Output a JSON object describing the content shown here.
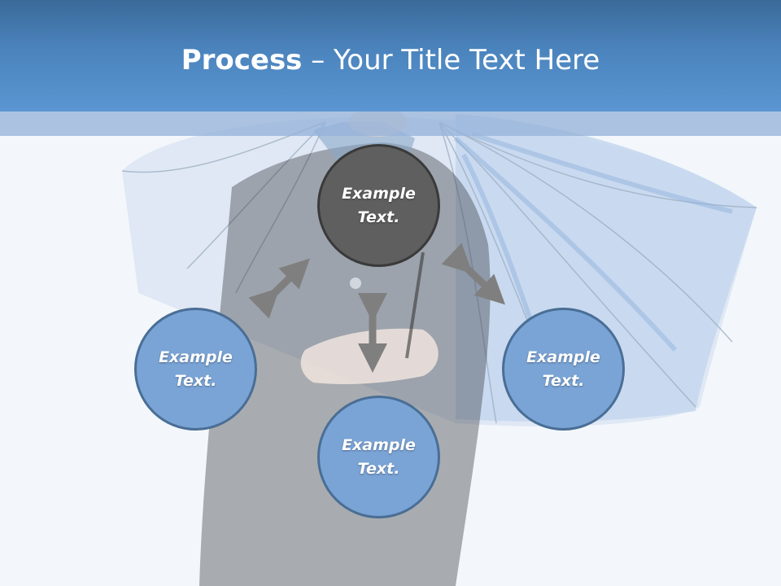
{
  "slide": {
    "title_strong": "Process",
    "title_rest": " – Your Title Text Here"
  },
  "diagram": {
    "center_node": {
      "label_line1": "Example",
      "label_line2": "Text."
    },
    "left_node": {
      "label_line1": "Example",
      "label_line2": "Text."
    },
    "right_node": {
      "label_line1": "Example",
      "label_line2": "Text."
    },
    "bottom_node": {
      "label_line1": "Example",
      "label_line2": "Text."
    }
  },
  "colors": {
    "header": "#4b84bd",
    "node_blue": "#7aa4d6",
    "node_dark": "#5f5f5f",
    "arrow": "#7f7f7f"
  }
}
